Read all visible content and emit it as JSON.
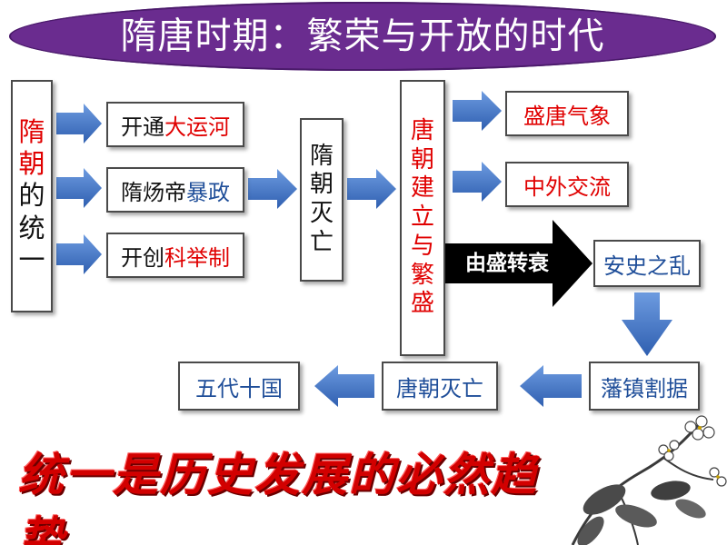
{
  "title": "隋唐时期：繁荣与开放的时代",
  "left_vertical": [
    "隋",
    "朝",
    "的",
    "统",
    "一"
  ],
  "sui_items": [
    {
      "prefix": "开通",
      "highlight": "大运河",
      "highlight_color": "#e00000"
    },
    {
      "prefix": "隋炀帝",
      "highlight": "暴政",
      "highlight_color": "#1f4e99"
    },
    {
      "prefix": "开创",
      "highlight": "科举制",
      "highlight_color": "#e00000"
    }
  ],
  "sui_fall": [
    "隋",
    "朝",
    "灭",
    "亡"
  ],
  "tang_founding": [
    "唐",
    "朝",
    "建",
    "立",
    "与",
    "繁",
    "盛"
  ],
  "tang_items": [
    "盛唐气象",
    "中外交流"
  ],
  "decline_label": "由盛转衰",
  "anshi": "安史之乱",
  "fanzhen": "藩镇割据",
  "tang_fall": "唐朝灭亡",
  "wudai": "五代十国",
  "slogan": "统一是历史发展的必然趋势",
  "colors": {
    "title_bg": "#6a2c8f",
    "arrow_blue": "#3a6fc4",
    "red_text": "#e00000",
    "blue_text": "#1f4e99",
    "slogan_red": "#d20000"
  }
}
